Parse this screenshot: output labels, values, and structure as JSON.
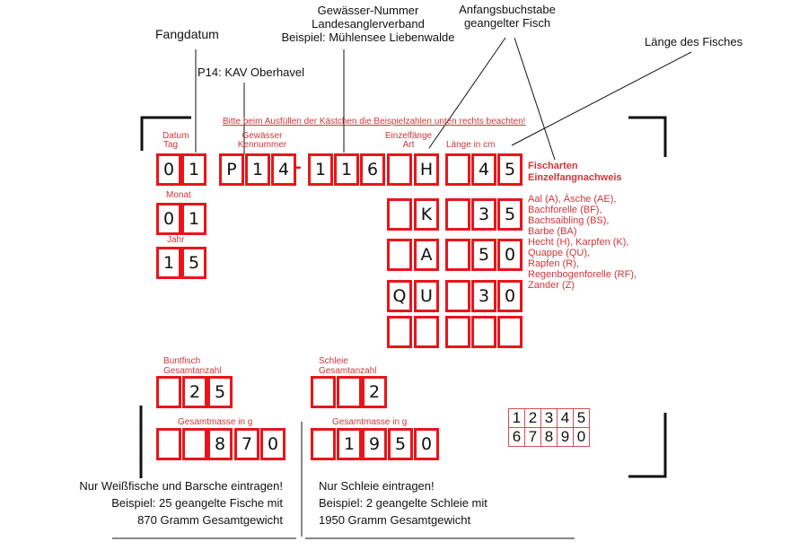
{
  "annotations": {
    "fangdatum": "Fangdatum",
    "p14": "P14: KAV Oberhavel",
    "gewaesser_1": "Gewässer-Nummer",
    "gewaesser_2": "Landesanglerverband",
    "gewaesser_3": "Beispiel: Mühlensee Liebenwalde",
    "anfang_1": "Anfangsbuchstabe",
    "anfang_2": "geangelter Fisch",
    "laenge": "Länge des Fisches"
  },
  "form": {
    "instruction": "Bitte beim Ausfüllen der Kästchen die Beispielzahlen unten rechts beachten!",
    "datum_label": "Datum",
    "tag_label": "Tag",
    "gewaesser_label": "Gewässer",
    "kennummer_label": "Kennummer",
    "einzelfaenge_label": "Einzelfänge",
    "art_label": "Art",
    "laenge_label": "Länge in cm",
    "monat_label": "Monat",
    "jahr_label": "Jahr",
    "tag": [
      "0",
      "1"
    ],
    "monat": [
      "0",
      "1"
    ],
    "jahr": [
      "1",
      "5"
    ],
    "gewaesser_a": [
      "P",
      "1",
      "4"
    ],
    "dash": "-",
    "gewaesser_b": [
      "1",
      "1",
      "6"
    ],
    "catches": [
      {
        "art": [
          "",
          "H"
        ],
        "laenge": [
          "",
          "4",
          "5"
        ]
      },
      {
        "art": [
          "",
          "K"
        ],
        "laenge": [
          "",
          "3",
          "5"
        ]
      },
      {
        "art": [
          "",
          "A"
        ],
        "laenge": [
          "",
          "5",
          "0"
        ]
      },
      {
        "art": [
          "Q",
          "U"
        ],
        "laenge": [
          "",
          "3",
          "0"
        ]
      },
      {
        "art": [
          "",
          ""
        ],
        "laenge": [
          "",
          "",
          ""
        ]
      }
    ],
    "fischarten_title_1": "Fischarten",
    "fischarten_title_2": "Einzelfangnachweis",
    "fischarten": [
      "Aal (A),  Äsche (AE),",
      "Bachforelle (BF),",
      "Bachsaibling (BS),",
      "Barbe (BA)",
      "Hecht (H), Karpfen (K),",
      "Quappe (QU),",
      "Rapfen (R),",
      "Regenbogenforelle (RF),",
      "Zander (Z)"
    ],
    "buntfisch_label_1": "Buntfisch",
    "buntfisch_label_2": "Gesamtanzahl",
    "buntfisch_anzahl": [
      "",
      "2",
      "5"
    ],
    "gesamtmasse_label": "Gesamtmasse in g",
    "buntfisch_masse": [
      "",
      "",
      "8",
      "7",
      "0"
    ],
    "schleie_label_1": "Schleie",
    "schleie_label_2": "Gesamtanzahl",
    "schleie_anzahl": [
      "",
      "",
      "2"
    ],
    "schleie_masse": [
      "",
      "1",
      "9",
      "5",
      "0"
    ],
    "digits": [
      [
        "1",
        "2",
        "3",
        "4",
        "5"
      ],
      [
        "6",
        "7",
        "8",
        "9",
        "0"
      ]
    ]
  },
  "notes": {
    "left": [
      "Nur Weißfische und Barsche eintragen!",
      "Beispiel: 25 geangelte Fische mit",
      "870 Gramm Gesamtgewicht"
    ],
    "right": [
      "Nur Schleie eintragen!",
      "Beispiel: 2 geangelte Schleie mit",
      "1950 Gramm Gesamtgewicht"
    ]
  }
}
